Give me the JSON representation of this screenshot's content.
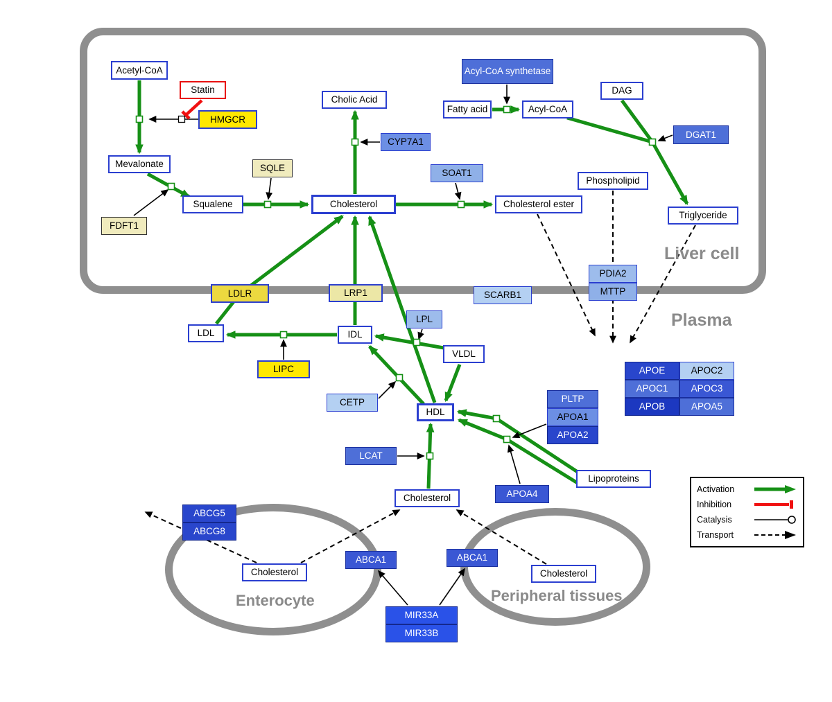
{
  "compartments": {
    "liver": "Liver cell",
    "plasma": "Plasma",
    "enterocyte": "Enterocyte",
    "peripheral": "Peripheral tissues"
  },
  "nodes": {
    "acetyl_coa": "Acetyl-CoA",
    "statin": "Statin",
    "hmgcr": "HMGCR",
    "mevalonate": "Mevalonate",
    "fdft1": "FDFT1",
    "squalene": "Squalene",
    "sqle": "SQLE",
    "cholesterol_liver": "Cholesterol",
    "cholic_acid": "Cholic Acid",
    "cyp7a1": "CYP7A1",
    "soat1": "SOAT1",
    "cholesterol_ester": "Cholesterol ester",
    "acyl_coa_synthetase": "Acyl-CoA synthetase",
    "fatty_acid": "Fatty acid",
    "acyl_coa": "Acyl-CoA",
    "dag": "DAG",
    "dgat1": "DGAT1",
    "phospholipid": "Phospholipid",
    "triglyceride": "Triglyceride",
    "pdia2": "PDIA2",
    "mttp": "MTTP",
    "ldlr": "LDLR",
    "lrp1": "LRP1",
    "scarb1": "SCARB1",
    "ldl": "LDL",
    "idl": "IDL",
    "lpl": "LPL",
    "vldl": "VLDL",
    "lipc": "LIPC",
    "cetp": "CETP",
    "hdl": "HDL",
    "pltp": "PLTP",
    "apoa1": "APOA1",
    "apoa2": "APOA2",
    "lcat": "LCAT",
    "apoa4": "APOA4",
    "lipoproteins": "Lipoproteins",
    "apoe": "APOE",
    "apoc2": "APOC2",
    "apoc1": "APOC1",
    "apoc3": "APOC3",
    "apob": "APOB",
    "apoa5": "APOA5",
    "cholesterol_plasma": "Cholesterol",
    "abcg5": "ABCG5",
    "abcg8": "ABCG8",
    "cholesterol_enterocyte": "Cholesterol",
    "abca1_enterocyte": "ABCA1",
    "abca1_peripheral": "ABCA1",
    "cholesterol_peripheral": "Cholesterol",
    "mir33a": "MIR33A",
    "mir33b": "MIR33B"
  },
  "legend": {
    "activation": "Activation",
    "inhibition": "Inhibition",
    "catalysis": "Catalysis",
    "transport": "Transport"
  },
  "colors": {
    "activation_green": "#169016",
    "inhibition_red": "#f01010",
    "metabolite_border_blue": "#2b3fd0",
    "compartment_gray": "#8f8f8f",
    "gene_yellow": "#ffe800",
    "gene_pale_yellow": "#f0ebbd",
    "gene_blue_light": "#b4d0f2",
    "gene_blue_medium": "#4e6fd8",
    "gene_blue_dark": "#2946cc"
  }
}
